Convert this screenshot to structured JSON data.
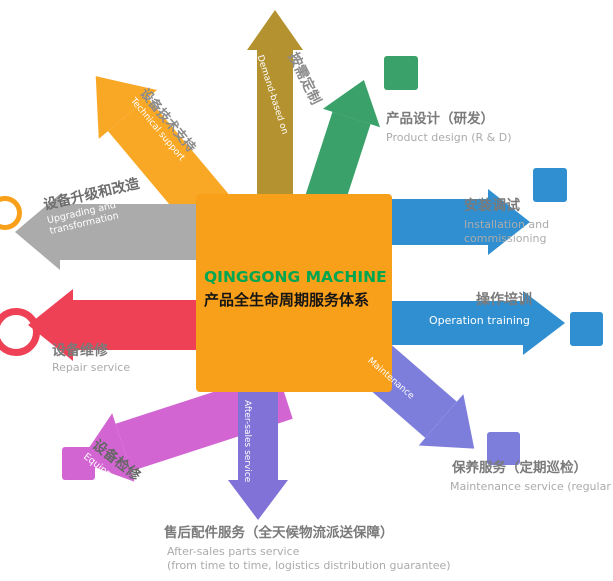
{
  "palette": {
    "center_bg": "#F9A01B",
    "center_title": "#00A650",
    "center_subtitle": "#151515",
    "demand": "#B3922F",
    "tech_support": "#F9A826",
    "product_design": "#39A169",
    "installation": "#2F8FD0",
    "training": "#2F8FD0",
    "upgrade": "#ABABAB",
    "repair": "#EF4156",
    "overhaul": "#D265D2",
    "after_sales": "#8072D6",
    "maintenance": "#7D7DDB",
    "label_cn": "#7A7A7A",
    "label_en": "#ABABAB"
  },
  "center": {
    "title": "QINGGONG MACHINE",
    "subtitle": "产品全生命周期服务体系"
  },
  "spokes": {
    "demand": {
      "cn": "按需定制",
      "en": "Demand-based on"
    },
    "tech": {
      "cn": "设备技术支持",
      "en": "Technical support"
    },
    "design": {
      "cn": "产品设计（研发）",
      "en": "Product design (R & D)"
    },
    "install": {
      "cn": "安装调试",
      "en": "Installation and commissioning"
    },
    "training": {
      "cn": "操作培训",
      "en": "Operation training"
    },
    "upgrade": {
      "cn": "设备升级和改造",
      "en": "Upgrading and transformation"
    },
    "repair": {
      "cn": "设备维修",
      "en": "Repair service"
    },
    "overhaul": {
      "cn": "设备检修",
      "en": "Equipment overhaul"
    },
    "aftersales": {
      "cn": "售后配件服务（全天候物流派送保障）",
      "en_line1": "After-sales parts service",
      "en_line2": "(from time to time, logistics distribution guarantee)",
      "inner": "After-sales service"
    },
    "maintenance": {
      "cn": "保养服务（定期巡检）",
      "en": "Maintenance service (regular inspection)",
      "inner": "Maintenance"
    }
  }
}
